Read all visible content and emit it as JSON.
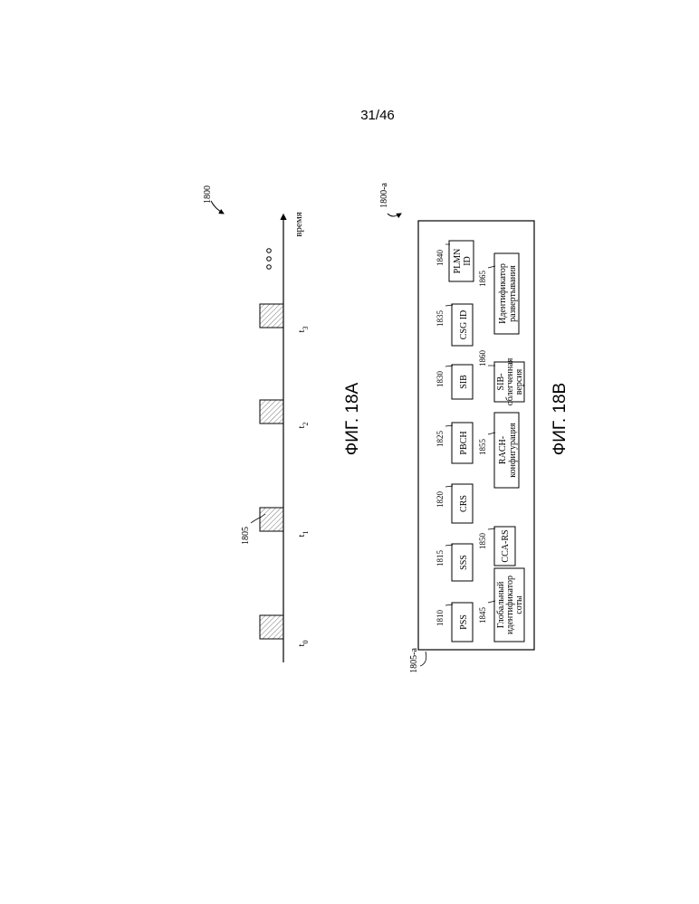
{
  "page_number": "31/46",
  "fig_a": {
    "caption": "ФИГ. 18A",
    "ref": "1800",
    "axis_label": "время",
    "burst_ref": "1805",
    "ellipsis": "ооо",
    "ticks": [
      {
        "base": "t",
        "sub": "0"
      },
      {
        "base": "t",
        "sub": "1"
      },
      {
        "base": "t",
        "sub": "2"
      },
      {
        "base": "t",
        "sub": "3"
      }
    ]
  },
  "fig_b": {
    "caption": "ФИГ. 18B",
    "ref": "1800-a",
    "frame_ref": "1805-a",
    "row1": [
      {
        "ref": "1810",
        "label": [
          "PSS"
        ]
      },
      {
        "ref": "1815",
        "label": [
          "SSS"
        ]
      },
      {
        "ref": "1820",
        "label": [
          "CRS"
        ]
      },
      {
        "ref": "1825",
        "label": [
          "PBCH"
        ]
      },
      {
        "ref": "1830",
        "label": [
          "SIB"
        ]
      },
      {
        "ref": "1835",
        "label": [
          "CSG ID"
        ]
      },
      {
        "ref": "1840",
        "label": [
          "PLMN",
          "ID"
        ]
      }
    ],
    "row2": [
      {
        "ref": "1845",
        "label": [
          "Глобальный",
          "идентификатор",
          "соты"
        ]
      },
      {
        "ref": "1850",
        "label": [
          "CCA-RS"
        ]
      },
      {
        "ref": "1855",
        "label": [
          "RACH-",
          "конфигурация"
        ]
      },
      {
        "ref": "1860",
        "label": [
          "SIB-",
          "облегченная",
          "версия"
        ]
      },
      {
        "ref": "1865",
        "label": [
          "Идентификатор",
          "развертывания"
        ]
      }
    ]
  }
}
